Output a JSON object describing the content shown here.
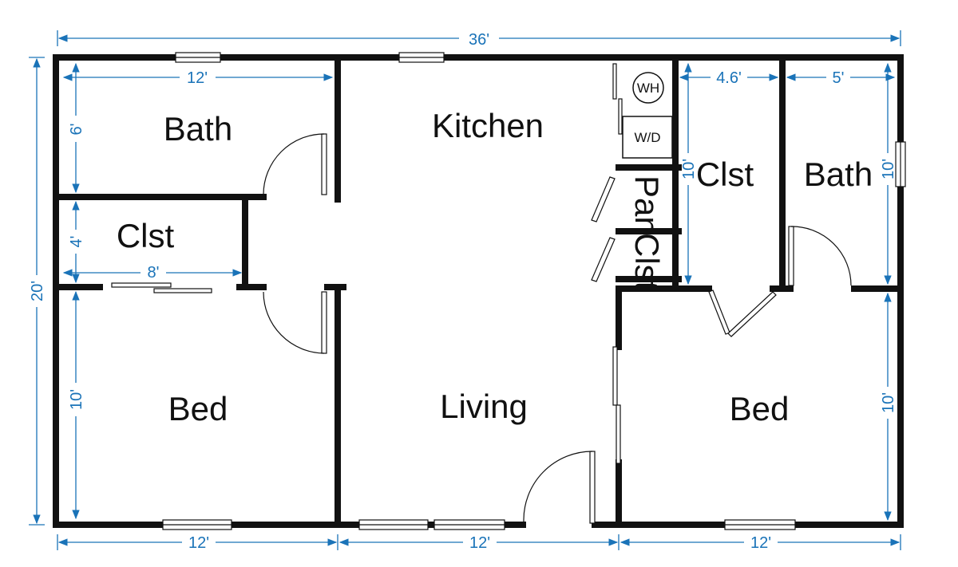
{
  "rooms": {
    "bath_left": "Bath",
    "clst_left": "Clst",
    "kitchen": "Kitchen",
    "bed_left": "Bed",
    "living": "Living",
    "clst_right": "Clst",
    "bath_right": "Bath",
    "bed_right": "Bed",
    "pan": "Pan",
    "clst_pan": "Clst"
  },
  "fixtures": {
    "wh": "WH",
    "wd": "W/D"
  },
  "dimensions": {
    "overall_width": "36'",
    "overall_height": "20'",
    "bath_left_width": "12'",
    "bath_left_height": "6'",
    "clst_left_height": "4'",
    "clst_left_width": "8'",
    "bed_left_height": "10'",
    "bottom_left": "12'",
    "bottom_mid": "12'",
    "bottom_right": "12'",
    "clst_right_width": "4.6'",
    "bath_right_width": "5'",
    "clst_right_height": "10'",
    "bath_right_height": "10'",
    "bed_right_height": "10'"
  }
}
